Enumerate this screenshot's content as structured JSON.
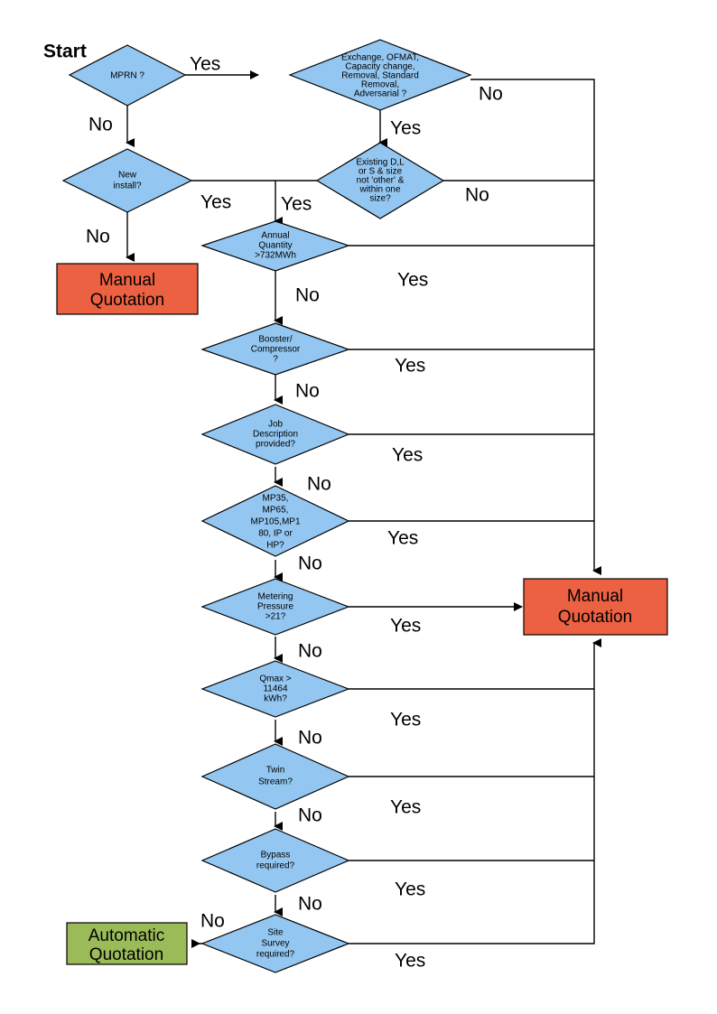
{
  "diagram": {
    "title_label": "Start",
    "colors": {
      "decision_fill": "#93C6F0",
      "manual_fill": "#EC6142",
      "automatic_fill": "#9BBB59",
      "stroke": "#000000",
      "background": "#FFFFFF"
    },
    "nodes": {
      "mprn": {
        "line1": "MPRN ?"
      },
      "exchange": {
        "line1": "Exchange, OFMAT,",
        "line2": "Capacity change,",
        "line3": "Removal, Standard",
        "line4": "Removal,",
        "line5": "Adversarial ?"
      },
      "new_install": {
        "line1": "New",
        "line2": "install?"
      },
      "existing_dls": {
        "line1": "Existing D,L",
        "line2": "or S & size",
        "line3": "not 'other' &",
        "line4": "within one",
        "line5": "size?"
      },
      "annual_quantity": {
        "line1": "Annual",
        "line2": "Quantity",
        "line3": ">732MWh"
      },
      "booster": {
        "line1": "Booster/",
        "line2": "Compressor",
        "line3": "?"
      },
      "job_description": {
        "line1": "Job",
        "line2": "Description",
        "line3": "provided?"
      },
      "pressure_tier": {
        "line1": "MP35,",
        "line2": "MP65,",
        "line3": "MP105,MP1",
        "line4": "80, IP or",
        "line5": "HP?"
      },
      "metering_pressure": {
        "line1": "Metering",
        "line2": "Pressure",
        "line3": ">21?"
      },
      "qmax": {
        "line1": "Qmax >",
        "line2": "11464",
        "line3": "kWh?"
      },
      "twin_stream": {
        "line1": "Twin",
        "line2": "Stream?"
      },
      "bypass": {
        "line1": "Bypass",
        "line2": "required?"
      },
      "site_survey": {
        "line1": "Site",
        "line2": "Survey",
        "line3": "required?"
      },
      "manual_left": {
        "line1": "Manual",
        "line2": "Quotation"
      },
      "manual_right": {
        "line1": "Manual",
        "line2": "Quotation"
      },
      "automatic": {
        "line1": "Automatic",
        "line2": "Quotation"
      }
    },
    "edge_labels": {
      "mprn_yes": "Yes",
      "mprn_no": "No",
      "exchange_no": "No",
      "exchange_yes": "Yes",
      "new_install_yes": "Yes",
      "new_install_no": "No",
      "existing_yes": "Yes",
      "existing_no": "No",
      "annual_yes": "Yes",
      "annual_no": "No",
      "booster_yes": "Yes",
      "booster_no": "No",
      "job_yes": "Yes",
      "job_no": "No",
      "tier_yes": "Yes",
      "tier_no": "No",
      "metering_yes": "Yes",
      "metering_no": "No",
      "qmax_yes": "Yes",
      "qmax_no": "No",
      "twin_yes": "Yes",
      "twin_no": "No",
      "bypass_yes": "Yes",
      "bypass_no": "No",
      "survey_yes": "Yes",
      "survey_no": "No"
    }
  }
}
